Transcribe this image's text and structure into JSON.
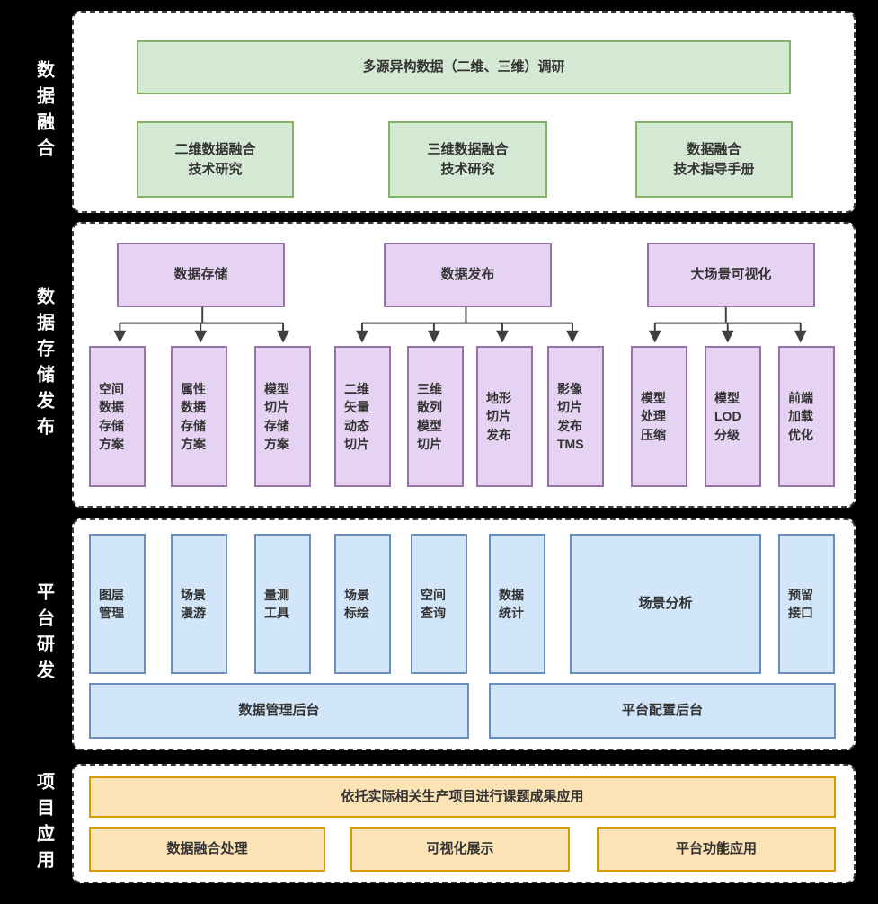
{
  "colors": {
    "background": "#000000",
    "panel_bg": "#ffffff",
    "panel_border": "#3d3d3d",
    "green_fill": "#d5e8d4",
    "green_border": "#82b366",
    "purple_fill": "#e6d2f2",
    "purple_border": "#9673a6",
    "blue_fill": "#d2e6f9",
    "blue_border": "#6c8ebf",
    "orange_fill": "#fce3b5",
    "orange_border": "#d79b00",
    "connector": "#404040",
    "box_text": "#333333",
    "section_label_text": "#ffffff"
  },
  "section_fusion": {
    "label": "数据融合",
    "research_box": "多源异构数据（二维、三维）调研",
    "boxes": [
      "二维数据融合\n技术研究",
      "三维数据融合\n技术研究",
      "数据融合\n技术指导手册"
    ]
  },
  "section_storage": {
    "label": "数据存储发布",
    "groups": [
      {
        "parent": "数据存储",
        "children": [
          "空间\n数据\n存储\n方案",
          "属性\n数据\n存储\n方案",
          "模型\n切片\n存储\n方案"
        ]
      },
      {
        "parent": "数据发布",
        "children": [
          "二维\n矢量\n动态\n切片",
          "三维\n散列\n模型\n切片",
          "地形\n切片\n发布",
          "影像\n切片\n发布\nTMS"
        ]
      },
      {
        "parent": "大场景可视化",
        "children": [
          "模型\n处理\n压缩",
          "模型\nLOD\n分级",
          "前端\n加载\n优化"
        ]
      }
    ]
  },
  "section_platform": {
    "label": "平台研发",
    "modules": [
      "图层\n管理",
      "场景\n漫游",
      "量测\n工具",
      "场景\n标绘",
      "空间\n查询",
      "数据\n统计",
      "场景分析",
      "预留\n接口"
    ],
    "backends": [
      "数据管理后台",
      "平台配置后台"
    ]
  },
  "section_application": {
    "label": "项目应用",
    "banner": "依托实际相关生产项目进行课题成果应用",
    "boxes": [
      "数据融合处理",
      "可视化展示",
      "平台功能应用"
    ]
  }
}
